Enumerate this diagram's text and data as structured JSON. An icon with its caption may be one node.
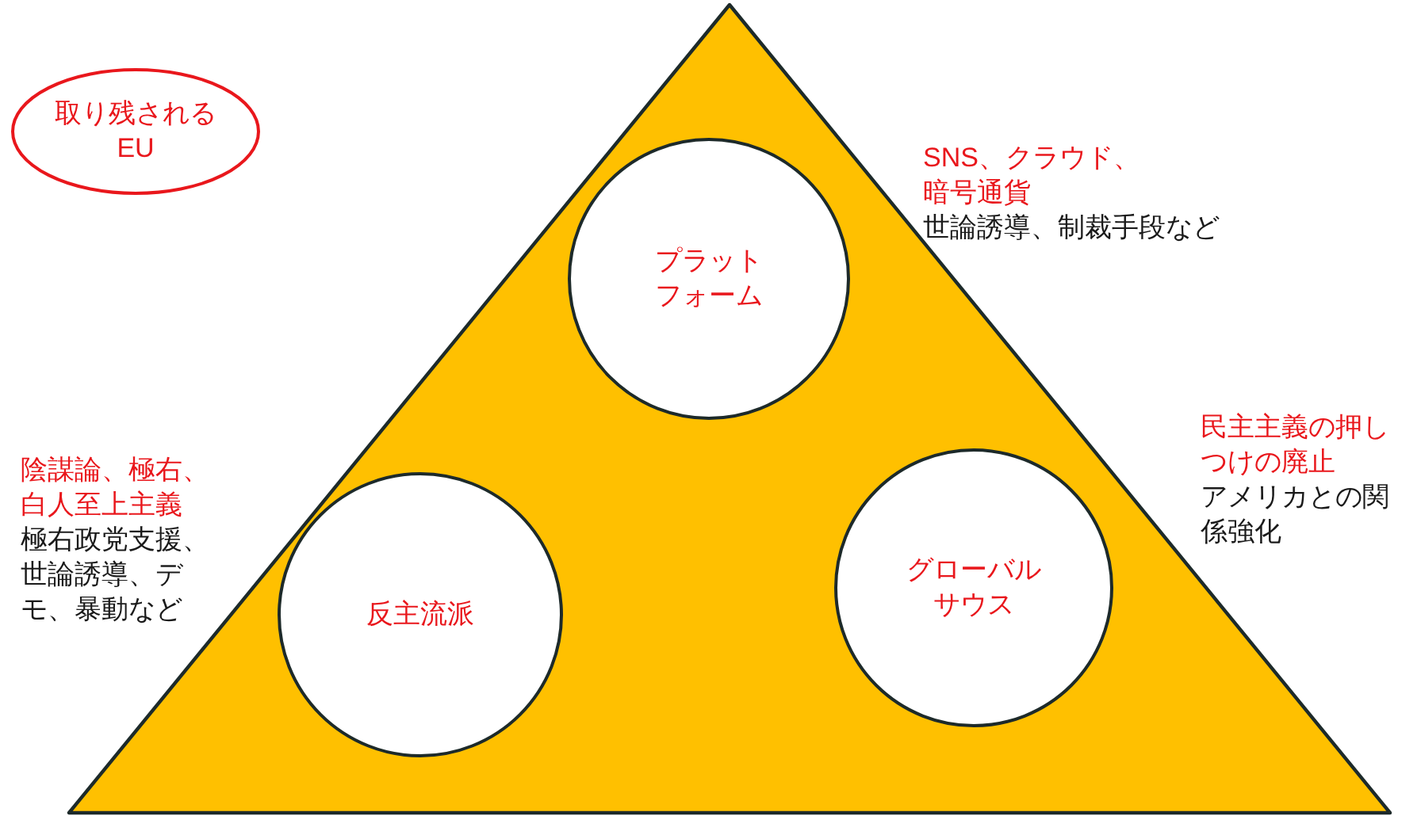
{
  "diagram": {
    "nodes": [
      {
        "text": [
          "取り残されるEU"
        ]
      },
      {
        "text": [],
        "shape": "triangle"
      },
      {
        "text": [
          "プラットフォーム"
        ],
        "in": 1,
        "beside": [
          "SNS、クラウド、暗号通貨",
          "世論誘導、制裁手段など"
        ]
      },
      {
        "text": [
          "反主流派"
        ],
        "in": 1,
        "beside": [
          "陰謀論、極右、白人至上主義",
          "極右政党支援、世論誘導、デモ、暴動など"
        ]
      },
      {
        "text": [
          "グローバルサウス"
        ],
        "in": 1,
        "beside": [
          "民主主義の押しつけの廃止",
          "アメリカとの関係強化"
        ]
      }
    ]
  }
}
